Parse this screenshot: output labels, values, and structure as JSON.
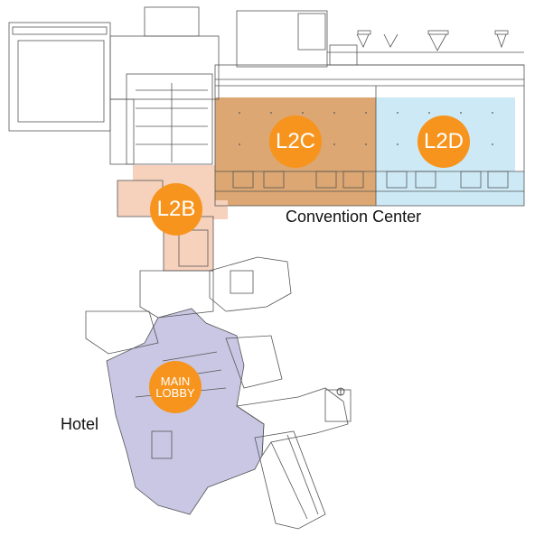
{
  "zones": {
    "l2c": {
      "label": "L2C"
    },
    "l2d": {
      "label": "L2D"
    },
    "l2b": {
      "label": "L2B"
    },
    "main_lobby": {
      "line1": "MAIN",
      "line2": "LOBBY"
    }
  },
  "areas": {
    "convention_center": "Convention Center",
    "hotel": "Hotel"
  },
  "colors": {
    "badge_orange": "#F7941D",
    "zone_l2c": "#D9A066",
    "zone_l2d": "#C9E8F5",
    "zone_l2b": "#F5CDB5",
    "zone_lobby": "#C8C6E3",
    "linework": "#555555"
  }
}
